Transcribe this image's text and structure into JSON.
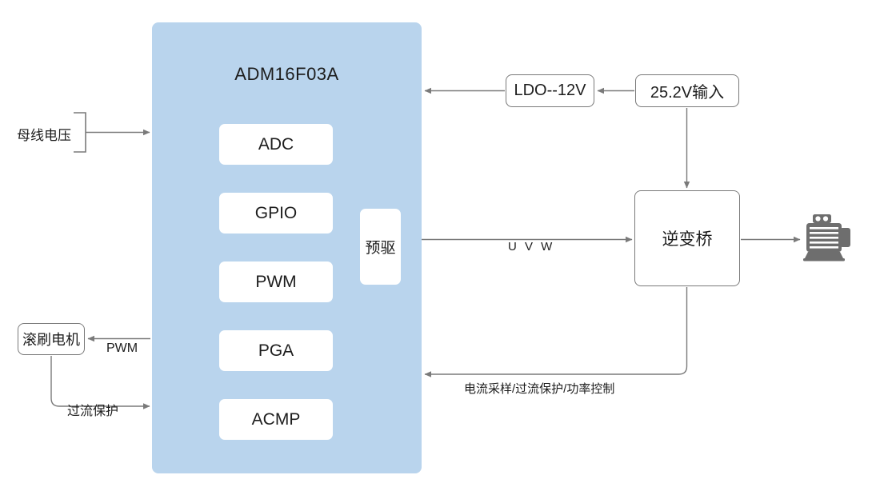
{
  "diagram": {
    "title": "ADM16F03A",
    "chip": {
      "label": "ADM16F03A",
      "fill_color": "#b9d4ed",
      "modules": [
        {
          "label": "ADC"
        },
        {
          "label": "GPIO"
        },
        {
          "label": "PWM"
        },
        {
          "label": "PGA"
        },
        {
          "label": "ACMP"
        }
      ],
      "predriver": {
        "label": "预驱"
      }
    },
    "blocks": {
      "ldo": {
        "label": "LDO--12V"
      },
      "input": {
        "label": "25.2V输入"
      },
      "bridge": {
        "label": "逆变桥"
      },
      "brush_motor": {
        "label": "滚刷电机"
      }
    },
    "labels": {
      "bus_voltage": "母线电压",
      "uvw": "U V W",
      "pwm": "PWM",
      "overcurrent_left": "过流保护",
      "feedback": "电流采样/过流保护/功率控制"
    },
    "icons": {
      "motor": "electric-motor-icon"
    },
    "colors": {
      "chip_fill": "#b9d4ed",
      "module_fill": "#ffffff",
      "line": "#7a7a7a",
      "motor_icon": "#6e6e6e",
      "text": "#1d1d1d",
      "background": "#ffffff"
    }
  }
}
